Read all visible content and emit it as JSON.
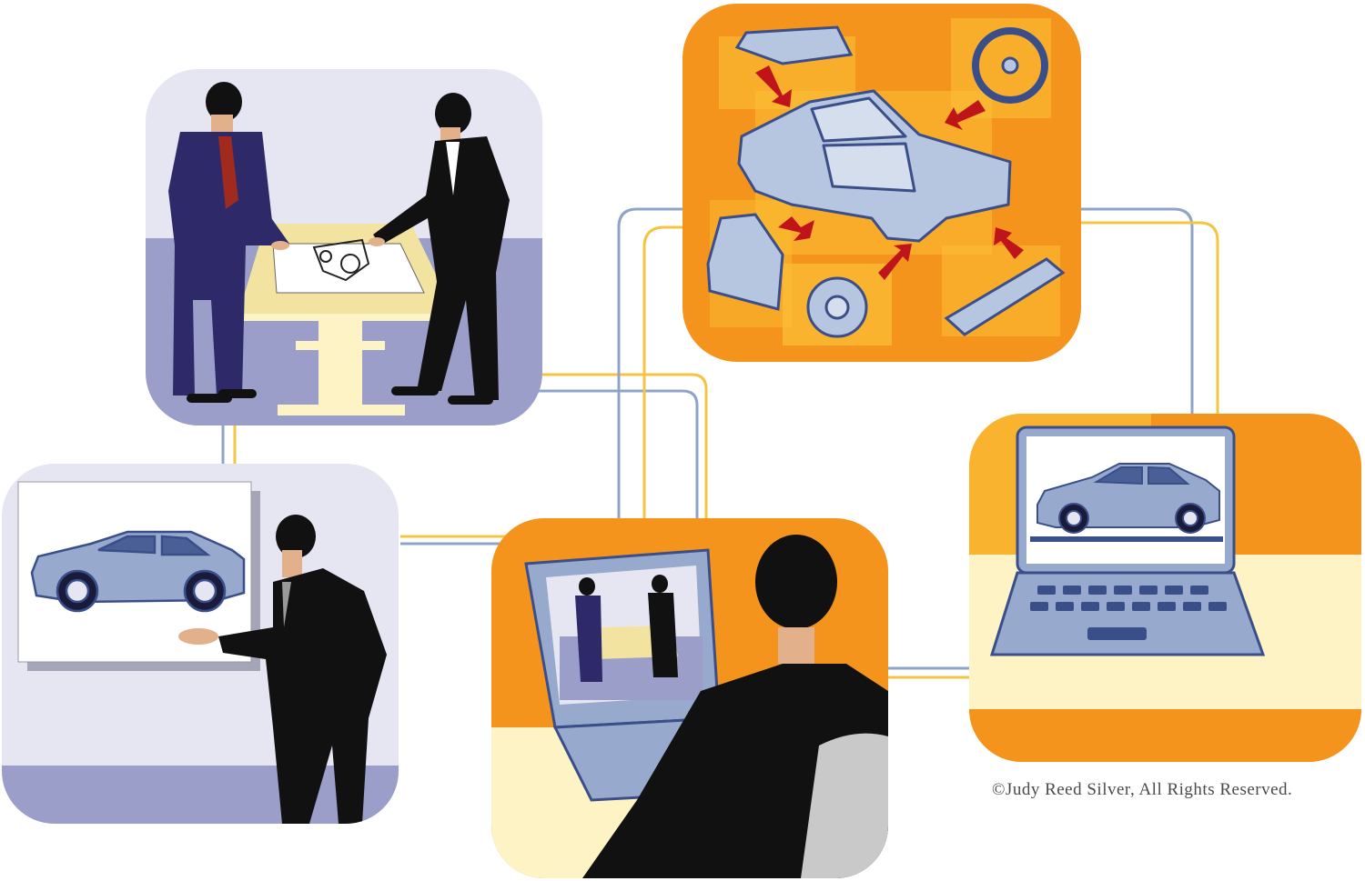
{
  "credit": "©Judy Reed Silver, All Rights Reserved.",
  "colors": {
    "background": "#ffffff",
    "panel_lavender": "#e6e6f2",
    "floor_periwinkle": "#9a9ec8",
    "orange": "#f5941c",
    "orange_light": "#fbc036",
    "yellow_pale": "#fdf3c4",
    "car_blue": "#97a9cc",
    "car_outline": "#3a4f8a",
    "suit_navy": "#2e2a6a",
    "suit_black": "#111111",
    "connector_blue": "#8fa4c8",
    "connector_yellow": "#f4c542",
    "arrow_red": "#c0141b",
    "credit_text": "#4a4a4a"
  },
  "icons": [
    "design-meeting-scene",
    "car-parts-assembly-scene",
    "car-presentation-scene",
    "video-conference-scene",
    "laptop-car-model-scene"
  ]
}
